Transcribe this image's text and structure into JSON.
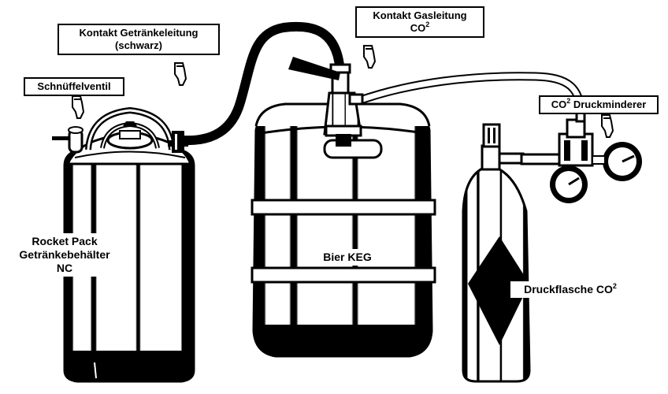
{
  "labels": {
    "kontakt_getraenk": {
      "line1": "Kontakt Getränkeleitung",
      "line2": "(schwarz)"
    },
    "kontakt_gas": {
      "line1": "Kontakt Gasleitung",
      "line2_main": "CO",
      "line2_sup": "2"
    },
    "schnueffelventil": {
      "text": "Schnüffelventil"
    },
    "co2_druckminderer": {
      "prefix": "CO",
      "sup": "2",
      "suffix": " Druckminderer"
    },
    "rocket_pack": {
      "line1": "Rocket Pack",
      "line2": "Getränkebehälter",
      "line3": "NC"
    },
    "bier_keg": {
      "text": "Bier KEG"
    },
    "druckflasche": {
      "prefix": "Druckflasche CO",
      "sup": "2"
    }
  },
  "pointer_icon": "pointing-hand-icon"
}
